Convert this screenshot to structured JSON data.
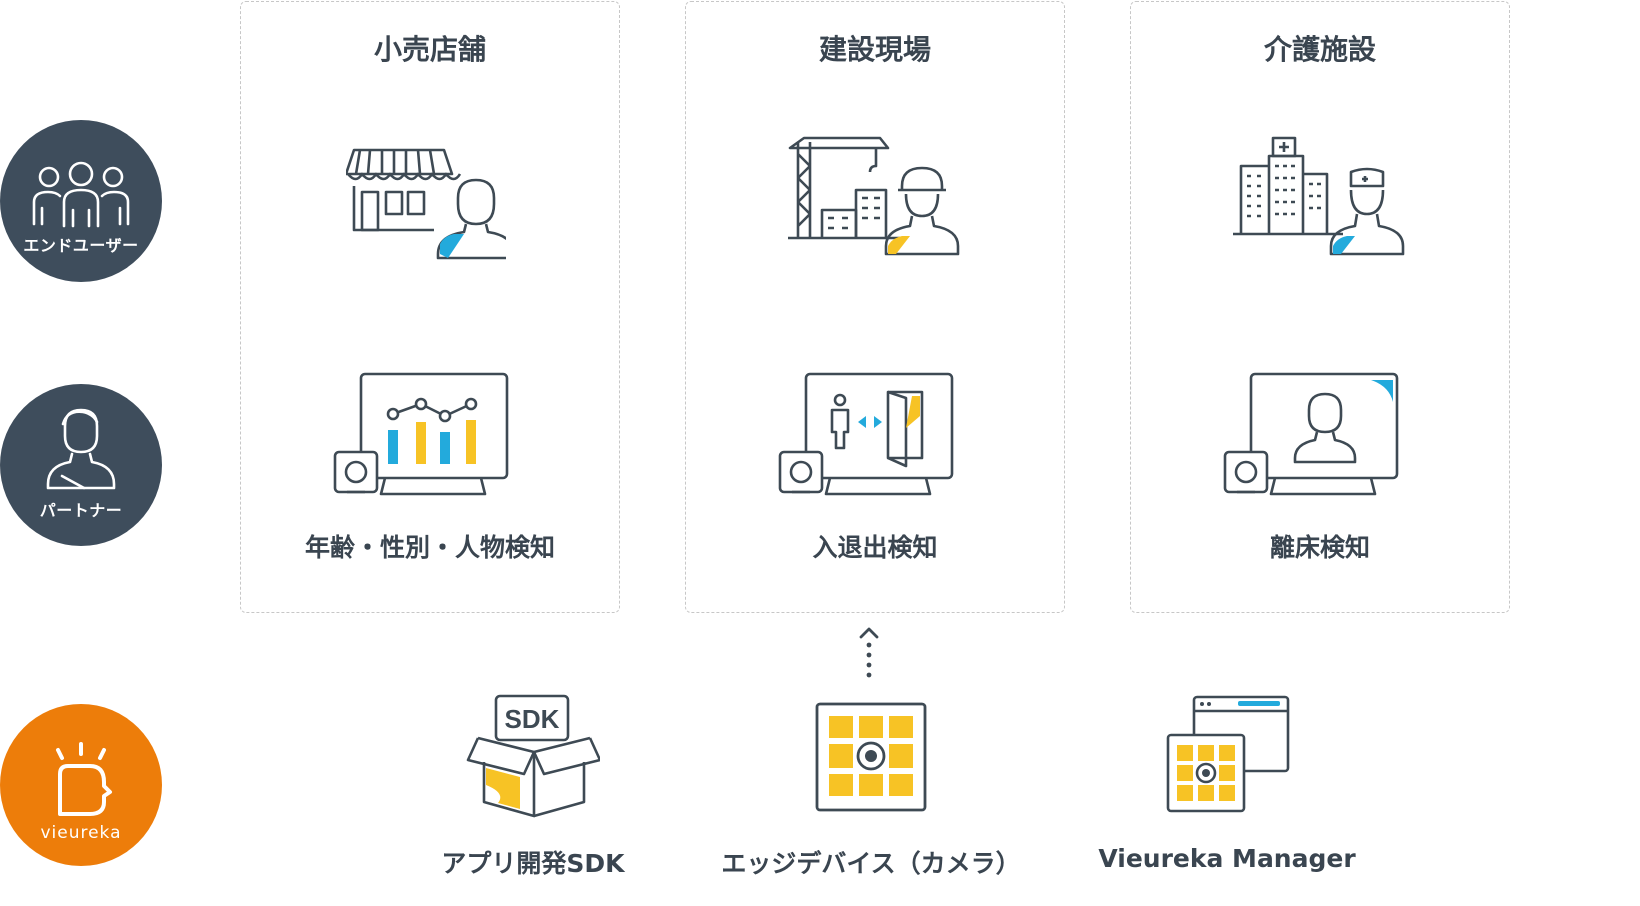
{
  "roles": {
    "end_user": "エンドユーザー",
    "partner": "パートナー",
    "brand": "vieureka"
  },
  "panels": [
    {
      "title": "小売店舗",
      "caption": "年齢・性別・人物検知"
    },
    {
      "title": "建設現場",
      "caption": "入退出検知"
    },
    {
      "title": "介護施設",
      "caption": "離床検知"
    }
  ],
  "products": {
    "sdk": {
      "badge": "SDK",
      "label": "アプリ開発SDK"
    },
    "edge": {
      "label": "エッジデバイス（カメラ）"
    },
    "manager": {
      "label": "Vieureka Manager"
    }
  },
  "colors": {
    "circle_dark": "#3e4d5c",
    "brand_orange": "#ed7d0a",
    "accent_yellow": "#f7c325",
    "accent_cyan": "#23aadc",
    "line": "#3e4a54"
  }
}
